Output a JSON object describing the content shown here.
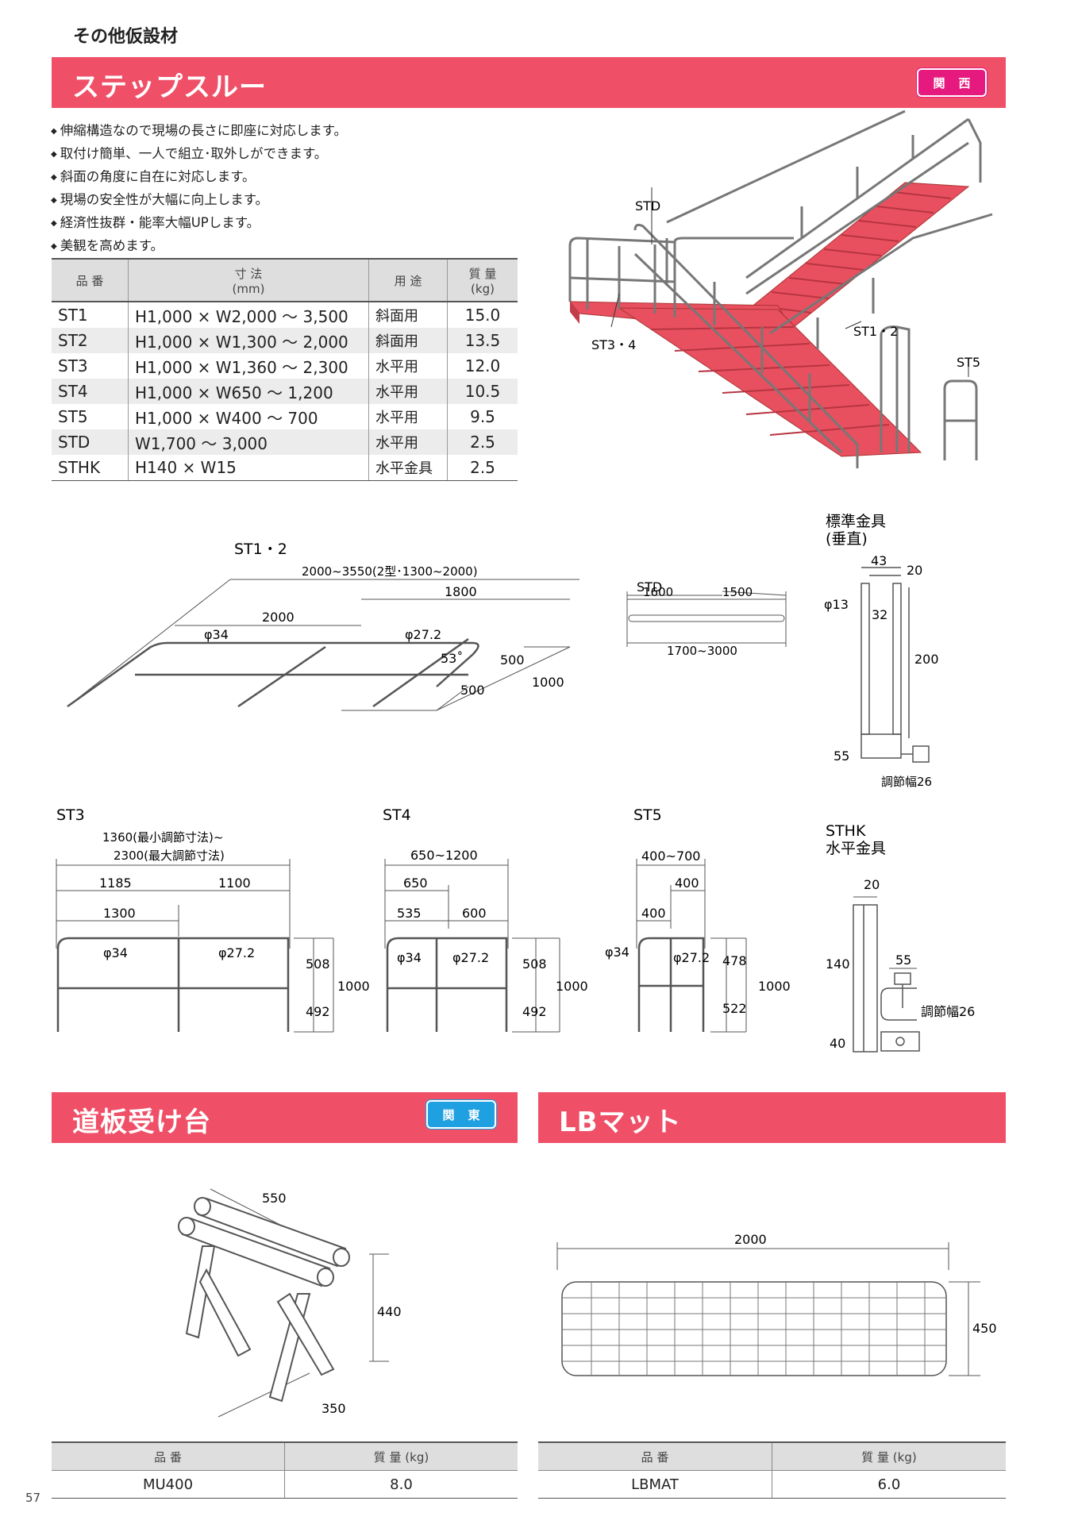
{
  "category": "その他仮設材",
  "step": {
    "title": "ステップスルー",
    "region": [
      "関",
      "西"
    ],
    "features": [
      "伸縮構造なので現場の長さに即座に対応します。",
      "取付け簡単、一人で組立･取外しができます。",
      "斜面の角度に自在に対応します。",
      "現場の安全性が大幅に向上します。",
      "経済性抜群・能率大幅UPします。",
      "美観を高めます。"
    ],
    "table": {
      "headers": [
        "品 番",
        "寸 法",
        "(mm)",
        "用 途",
        "質 量",
        "(kg)"
      ],
      "rows": [
        {
          "code": "ST1",
          "dim": "H1,000 × W2,000 ～ 3,500",
          "use": "斜面用",
          "kg": "15.0"
        },
        {
          "code": "ST2",
          "dim": "H1,000 × W1,300 ～ 2,000",
          "use": "斜面用",
          "kg": "13.5"
        },
        {
          "code": "ST3",
          "dim": "H1,000 × W1,360 ～ 2,300",
          "use": "水平用",
          "kg": "12.0"
        },
        {
          "code": "ST4",
          "dim": "H1,000 × W650 ～ 1,200",
          "use": "水平用",
          "kg": "10.5"
        },
        {
          "code": "ST5",
          "dim": "H1,000 × W400 ～ 700",
          "use": "水平用",
          "kg": "9.5"
        },
        {
          "code": "STD",
          "dim": "W1,700 ～ 3,000",
          "use": "水平用",
          "kg": "2.5"
        },
        {
          "code": "STHK",
          "dim": "H140 × W15",
          "use": "水平金具",
          "kg": "2.5"
        }
      ]
    },
    "photo_labels": {
      "std": "STD",
      "st34": "ST3・4",
      "st12": "ST1・2",
      "st5": "ST5"
    },
    "st12": {
      "title": "ST1・2",
      "overall": "2000~3550(2型･1300~2000)",
      "d1800": "1800",
      "d2000": "2000",
      "phi34": "φ34",
      "phi272": "φ27.2",
      "angle": "53˚",
      "d500a": "500",
      "d500b": "500",
      "d1000": "1000"
    },
    "std": {
      "title": "STD",
      "d1600": "1600",
      "d1500": "1500",
      "range": "1700~3000"
    },
    "vert": {
      "title1": "標準金具",
      "title2": "(垂直)",
      "d43": "43",
      "d20": "20",
      "phi13": "φ13",
      "d32": "32",
      "d200": "200",
      "d55": "55",
      "adj": "調節幅26"
    },
    "st3": {
      "title": "ST3",
      "note1": "1360(最小調節寸法)~",
      "note2": "2300(最大調節寸法)",
      "d1185": "1185",
      "d1100": "1100",
      "d1300": "1300",
      "phi34": "φ34",
      "phi272": "φ27.2",
      "d508": "508",
      "d492": "492",
      "d1000": "1000"
    },
    "st4": {
      "title": "ST4",
      "range": "650~1200",
      "d650": "650",
      "d535": "535",
      "d600": "600",
      "phi34": "φ34",
      "phi272": "φ27.2",
      "d508": "508",
      "d492": "492",
      "d1000": "1000"
    },
    "st5": {
      "title": "ST5",
      "range": "400~700",
      "d400a": "400",
      "d400b": "400",
      "phi34": "φ34",
      "phi272": "φ27.2",
      "d478": "478",
      "d522": "522",
      "d1000": "1000"
    },
    "sthk": {
      "title1": "STHK",
      "title2": "水平金具",
      "d20": "20",
      "d140": "140",
      "d55": "55",
      "adj": "調節幅26",
      "d40": "40"
    }
  },
  "board": {
    "title": "道板受け台",
    "region": [
      "関",
      "東"
    ],
    "d550": "550",
    "d440": "440",
    "d350": "350",
    "headers": [
      "品 番",
      "質 量 (kg)"
    ],
    "code": "MU400",
    "kg": "8.0"
  },
  "mat": {
    "title": "LBマット",
    "d2000": "2000",
    "d450": "450",
    "headers": [
      "品 番",
      "質 量 (kg)"
    ],
    "code": "LBMAT",
    "kg": "6.0"
  },
  "page_number": "57",
  "colors": {
    "band": "#ef5068",
    "kansai": "#e6197e",
    "kanto": "#1fa0e0",
    "stair": "#e8505f"
  }
}
